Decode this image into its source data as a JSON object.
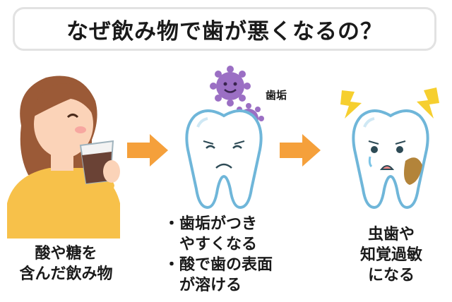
{
  "title": "なぜ飲み物で歯が悪くなるの？",
  "plaque_label": "歯垢",
  "captions": {
    "drink": [
      "酸や糖を",
      "含んだ飲み物"
    ],
    "process": [
      "・歯垢がつき",
      "　やすくなる",
      "・酸で歯の表面",
      "　が溶ける"
    ],
    "result": [
      "虫歯や",
      "知覚過敏",
      "になる"
    ]
  },
  "colors": {
    "arrow": "#f5a03b",
    "tooth_outline": "#6fb6d9",
    "bacteria": "#9b6fc4",
    "lightning": "#f6cf2f",
    "shirt": "#f7c14a",
    "hair": "#9b5a37",
    "skin": "#fbd3b8",
    "cavity": "#b3843a"
  },
  "icons": [
    "woman-drinking-icon",
    "arrow-right-icon",
    "bacteria-icon",
    "worried-tooth-icon",
    "crying-tooth-icon",
    "lightning-icon"
  ]
}
